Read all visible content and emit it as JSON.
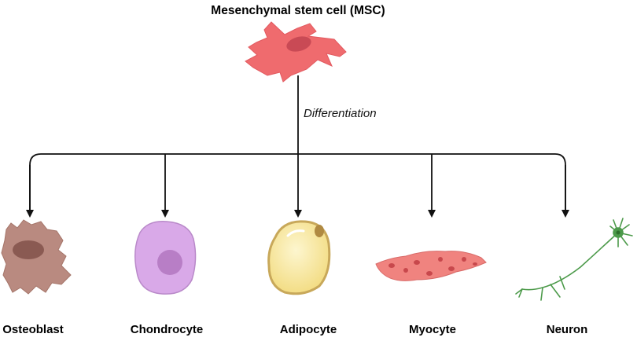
{
  "diagram": {
    "title": "Mesenchymal stem cell (MSC)",
    "edge_label": "Differentiation",
    "cells": [
      {
        "label": "Osteoblast",
        "icon": "osteoblast-icon"
      },
      {
        "label": "Chondrocyte",
        "icon": "chondrocyte-icon"
      },
      {
        "label": "Adipocyte",
        "icon": "adipocyte-icon"
      },
      {
        "label": "Myocyte",
        "icon": "myocyte-icon"
      },
      {
        "label": "Neuron",
        "icon": "neuron-icon"
      }
    ],
    "colors": {
      "msc": "#ef6b6e",
      "msc_nucleus": "#c94a55",
      "osteoblast": "#b98a80",
      "chondrocyte": "#d9a9e8",
      "adipocyte": "#f8eaa6",
      "myocyte": "#f0837f",
      "neuron": "#4c9a4a",
      "arrow": "#111111"
    }
  }
}
